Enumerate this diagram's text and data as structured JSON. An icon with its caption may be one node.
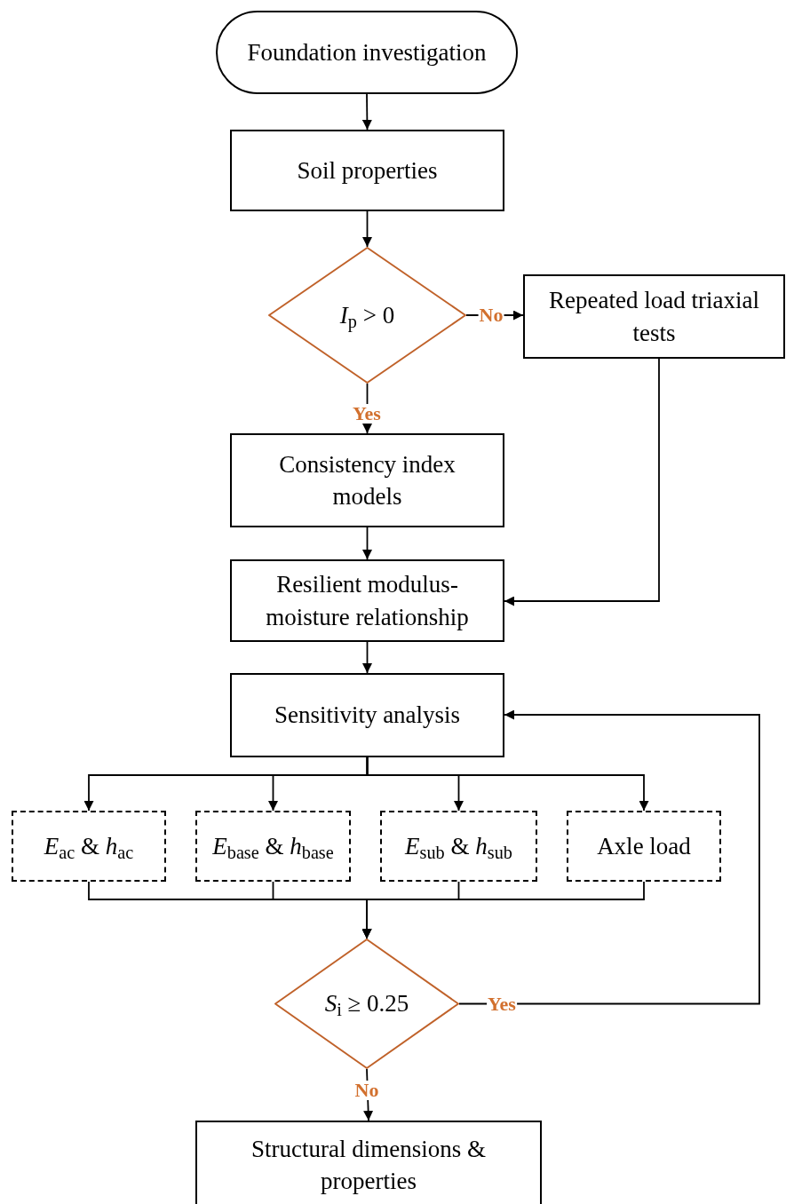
{
  "diagram": {
    "nodes": [
      {
        "text": [
          "Foundation investigation"
        ]
      },
      {
        "text": [
          "Soil properties"
        ]
      },
      {
        "text": [
          "*I*$_{p}$ > 0"
        ]
      },
      {
        "text": [
          "Repeated load triaxial tests"
        ]
      },
      {
        "text": [
          "Consistency index models"
        ]
      },
      {
        "text": [
          "Resilient modulus-moisture relationship"
        ]
      },
      {
        "text": [
          "Sensitivity analysis"
        ]
      },
      {
        "text": [
          "*E*$_{ac}$ & *h*$_{ac}$"
        ]
      },
      {
        "text": [
          "*E*$_{base}$ & *h*$_{base}$"
        ]
      },
      {
        "text": [
          "*E*$_{sub}$ & *h*$_{sub}$"
        ]
      },
      {
        "text": [
          "Axle load"
        ]
      },
      {
        "text": [
          "*S*$_{i}$ ≥ 0.25"
        ]
      },
      {
        "text": [
          "Structural dimensions & properties"
        ]
      }
    ],
    "edges": [
      {
        "from": 0,
        "to": 1,
        "arrow": "to"
      },
      {
        "from": 1,
        "to": 2,
        "arrow": "to"
      },
      {
        "from": 2,
        "to": 3,
        "arrow": "to",
        "label": "No"
      },
      {
        "from": 2,
        "to": 4,
        "arrow": "to",
        "label": "Yes"
      },
      {
        "from": 3,
        "to": 5,
        "arrow": "to"
      },
      {
        "from": 4,
        "to": 5,
        "arrow": "to"
      },
      {
        "from": 5,
        "to": 6,
        "arrow": "to"
      },
      {
        "from": 6,
        "to": 7,
        "arrow": "to"
      },
      {
        "from": 6,
        "to": 8,
        "arrow": "to"
      },
      {
        "from": 6,
        "to": 9,
        "arrow": "to"
      },
      {
        "from": 6,
        "to": 10,
        "arrow": "to"
      },
      {
        "from": 7,
        "to": 11,
        "arrow": "to"
      },
      {
        "from": 8,
        "to": 11,
        "arrow": "to"
      },
      {
        "from": 9,
        "to": 11,
        "arrow": "to"
      },
      {
        "from": 10,
        "to": 11,
        "arrow": "to"
      },
      {
        "from": 11,
        "to": 6,
        "arrow": "to",
        "label": "Yes"
      },
      {
        "from": 11,
        "to": 12,
        "arrow": "to",
        "label": "No"
      }
    ]
  }
}
